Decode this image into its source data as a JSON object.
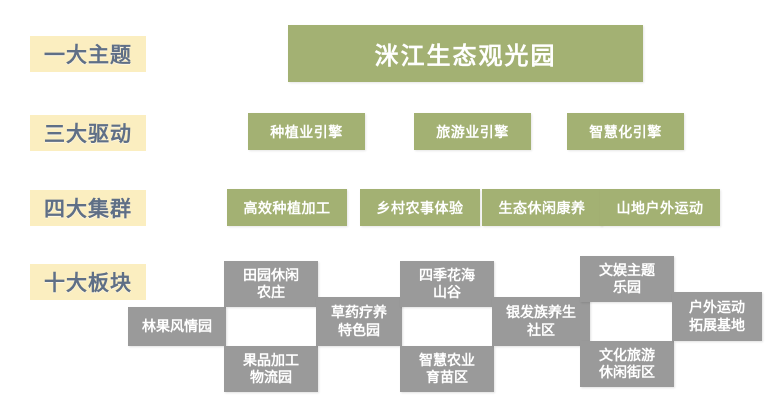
{
  "diagram": {
    "title": "洣江生态观光园",
    "row_labels": [
      {
        "id": "theme",
        "text": "一大主题"
      },
      {
        "id": "drivers",
        "text": "三大驱动"
      },
      {
        "id": "clusters",
        "text": "四大集群"
      },
      {
        "id": "sections",
        "text": "十大板块"
      }
    ],
    "drivers": [
      {
        "text": "种植业引擎"
      },
      {
        "text": "旅游业引擎"
      },
      {
        "text": "智慧化引擎"
      }
    ],
    "clusters": [
      {
        "text": "高效种植加工"
      },
      {
        "text": "乡村农事体验"
      },
      {
        "text": "生态休闲康养"
      },
      {
        "text": "山地户外运动"
      }
    ],
    "sections": [
      {
        "pos": "middle",
        "text": "林果风情园"
      },
      {
        "pos": "top",
        "text": "田园休闲\n农庄",
        "line1": "田园休闲",
        "line2": "农庄"
      },
      {
        "pos": "bottom",
        "text": "果品加工\n物流园",
        "line1": "果品加工",
        "line2": "物流园"
      },
      {
        "pos": "middle",
        "text": "草药疗养\n特色园",
        "line1": "草药疗养",
        "line2": "特色园"
      },
      {
        "pos": "top",
        "text": "四季花海\n山谷",
        "line1": "四季花海",
        "line2": "山谷"
      },
      {
        "pos": "bottom",
        "text": "智慧农业\n育苗区",
        "line1": "智慧农业",
        "line2": "育苗区"
      },
      {
        "pos": "middle",
        "text": "银发族养生\n社区",
        "line1": "银发族养生",
        "line2": "社区"
      },
      {
        "pos": "top",
        "text": "文娱主题\n乐园",
        "line1": "文娱主题",
        "line2": "乐园"
      },
      {
        "pos": "bottom",
        "text": "文化旅游\n休闲街区",
        "line1": "文化旅游",
        "line2": "休闲街区"
      },
      {
        "pos": "middle",
        "text": "户外运动\n拓展基地",
        "line1": "户外运动",
        "line2": "拓展基地"
      }
    ],
    "colors": {
      "label_bg": "#fbeec0",
      "label_text": "#5f6f86",
      "green": "#a3b173",
      "grey": "#9a9a9a",
      "box_text": "#ffffff",
      "page_bg": "#ffffff"
    }
  }
}
